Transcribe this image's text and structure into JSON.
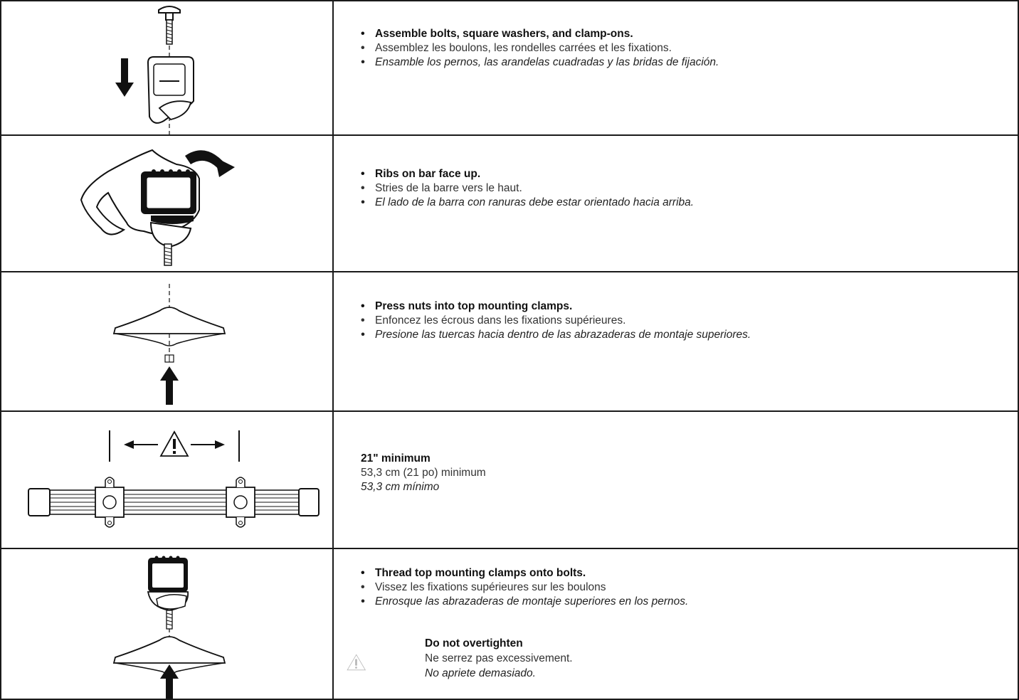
{
  "steps": [
    {
      "en": "Assemble bolts, square washers, and clamp-ons.",
      "fr": "Assemblez les boulons, les rondelles carrées et les fixations.",
      "es": "Ensamble los pernos, las arandelas cuadradas y las bridas de fijación."
    },
    {
      "en": "Ribs on bar face up.",
      "fr": "Stries de la barre vers le haut.",
      "es": "El lado de la barra con ranuras debe estar orientado hacia arriba."
    },
    {
      "en": "Press nuts into top mounting clamps.",
      "fr": "Enfoncez les écrous dans les fixations supérieures.",
      "es": "Presione las tuercas hacia dentro de las abrazaderas de montaje superiores."
    },
    {
      "en": "21\" minimum",
      "fr": "53,3 cm (21 po) minimum",
      "es": "53,3 cm mínimo"
    },
    {
      "en": "Thread top mounting clamps onto bolts.",
      "fr": "Vissez les fixations supérieures sur les boulons",
      "es": "Enrosque las abrazaderas de montaje superiores en los pernos."
    }
  ],
  "warning": {
    "en": "Do not overtighten",
    "fr": "Ne serrez pas excessivement.",
    "es": "No apriete demasiado.",
    "icon": "warning-triangle-icon"
  }
}
